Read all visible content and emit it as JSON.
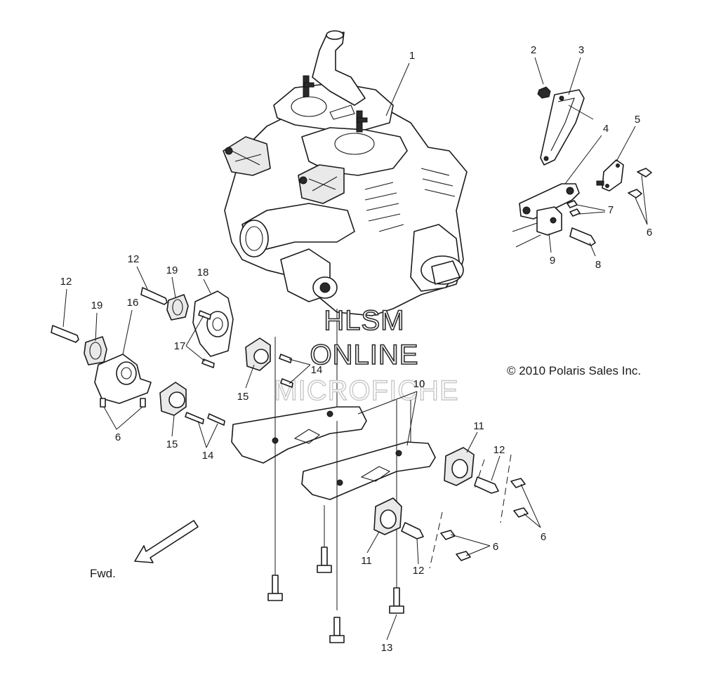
{
  "watermark": {
    "line1": "HLSM",
    "line2": "ONLINE",
    "line3": "MICROFICHE"
  },
  "copyright": "© 2010 Polaris Sales Inc.",
  "direction_label": "Fwd.",
  "callouts": {
    "c1": "1",
    "c2": "2",
    "c3": "3",
    "c4": "4",
    "c5": "5",
    "c6a": "6",
    "c7": "7",
    "c8": "8",
    "c9": "9",
    "c12a": "12",
    "c19a": "19",
    "c18": "18",
    "c12b": "12",
    "c19b": "19",
    "c16": "16",
    "c17": "17",
    "c15a": "15",
    "c14a": "14",
    "c6b": "6",
    "c15b": "15",
    "c14b": "14",
    "c10": "10",
    "c11a": "11",
    "c12c": "12",
    "c6c": "6",
    "c6d": "6",
    "c11b": "11",
    "c12d": "12",
    "c13": "13"
  }
}
